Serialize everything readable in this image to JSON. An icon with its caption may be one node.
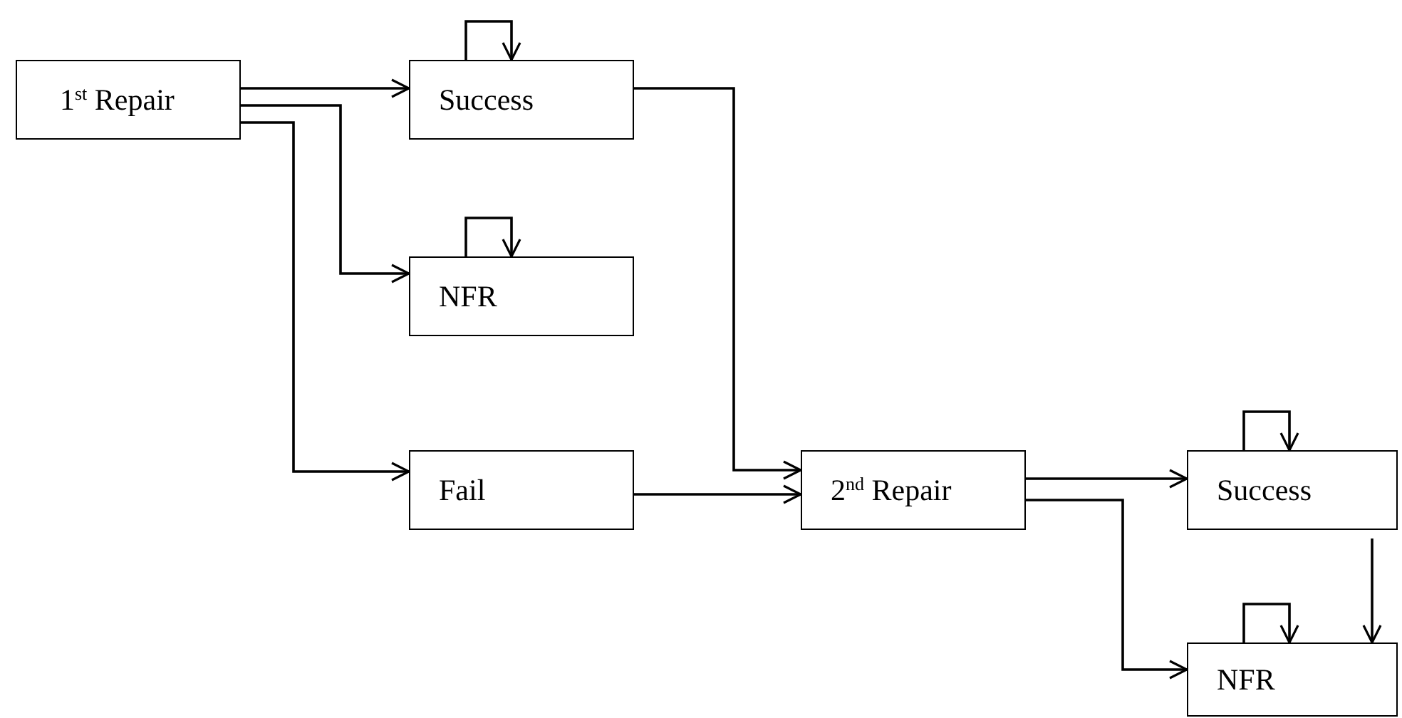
{
  "diagram": {
    "nodes": [
      {
        "text": [
          "1$^{st}$ Repair"
        ]
      },
      {
        "text": [
          "Success"
        ]
      },
      {
        "text": [
          "NFR"
        ]
      },
      {
        "text": [
          "Fail"
        ]
      },
      {
        "text": [
          "2$^{nd}$ Repair"
        ]
      },
      {
        "text": [
          "Success"
        ]
      },
      {
        "text": [
          "NFR"
        ]
      }
    ],
    "edges": [
      {
        "from": 0,
        "to": 1,
        "arrow": "to"
      },
      {
        "from": 0,
        "to": 2,
        "arrow": "to"
      },
      {
        "from": 0,
        "to": 3,
        "arrow": "to"
      },
      {
        "from": 1,
        "to": 1,
        "arrow": "to"
      },
      {
        "from": 2,
        "to": 2,
        "arrow": "to"
      },
      {
        "from": 1,
        "to": 4,
        "arrow": "to"
      },
      {
        "from": 3,
        "to": 4,
        "arrow": "to"
      },
      {
        "from": 4,
        "to": 5,
        "arrow": "to"
      },
      {
        "from": 4,
        "to": 6,
        "arrow": "to"
      },
      {
        "from": 5,
        "to": 5,
        "arrow": "to"
      },
      {
        "from": 6,
        "to": 6,
        "arrow": "to"
      },
      {
        "from": 5,
        "to": 6,
        "arrow": "to"
      }
    ]
  }
}
